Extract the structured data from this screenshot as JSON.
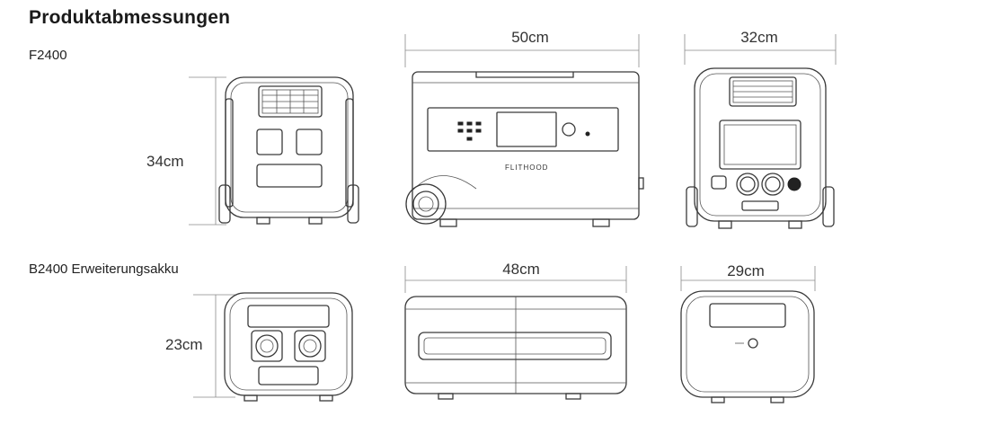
{
  "title": "Produktabmessungen",
  "f2400": {
    "label": "F2400",
    "height": "34cm",
    "length": "50cm",
    "depth": "32cm",
    "brand_mark": "FLITHOOD"
  },
  "b2400": {
    "label": "B2400 Erweiterungsakku",
    "height": "23cm",
    "length": "48cm",
    "depth": "29cm"
  }
}
